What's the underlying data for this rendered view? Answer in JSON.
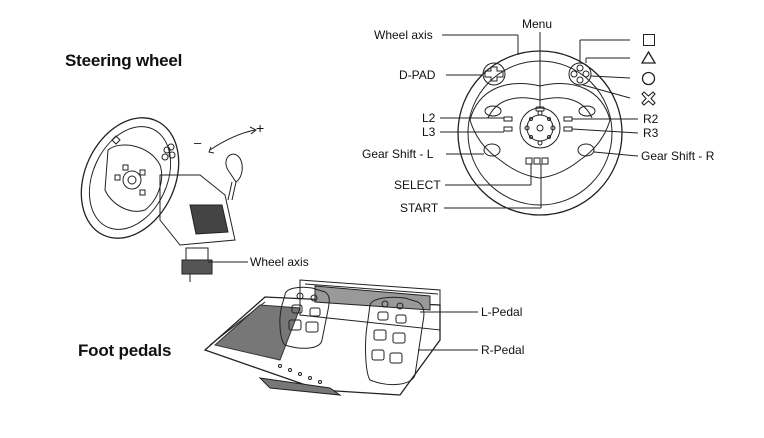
{
  "headings": {
    "steering_wheel": "Steering wheel",
    "foot_pedals": "Foot pedals"
  },
  "wheel_labels": {
    "wheel_axis": "Wheel axis",
    "menu": "Menu",
    "dpad": "D-PAD",
    "l2": "L2",
    "l3": "L3",
    "gear_shift_l": "Gear Shift - L",
    "select": "SELECT",
    "start": "START",
    "r2": "R2",
    "r3": "R3",
    "gear_shift_r": "Gear Shift - R"
  },
  "face_buttons": [
    "square-icon",
    "triangle-icon",
    "circle-icon",
    "cross-icon"
  ],
  "side_view": {
    "minus": "–",
    "plus": "+",
    "wheel_axis": "Wheel axis"
  },
  "pedal_labels": {
    "l_pedal": "L-Pedal",
    "r_pedal": "R-Pedal"
  },
  "colors": {
    "line": "#222222",
    "fill": "#ffffff",
    "dark": "#444444"
  }
}
